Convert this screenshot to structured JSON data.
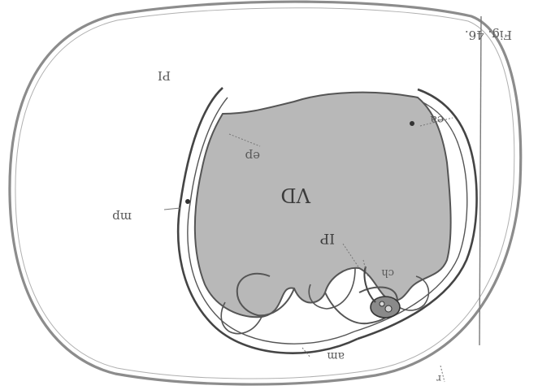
{
  "figure": {
    "caption": "Fig. 46.",
    "orientation": "upside-down",
    "colors": {
      "paper": "#ffffff",
      "outline": "#8a8a8a",
      "yolk_fill": "#b9b9b9",
      "membrane": "#555555",
      "label": "#5a5a5a"
    }
  },
  "labels": {
    "VD": "VD",
    "PI": "PI",
    "ea": "ea",
    "ep": "ep",
    "mp": "mp",
    "am": "am",
    "ch": "ch",
    "IP": "IP",
    "r": "r"
  }
}
